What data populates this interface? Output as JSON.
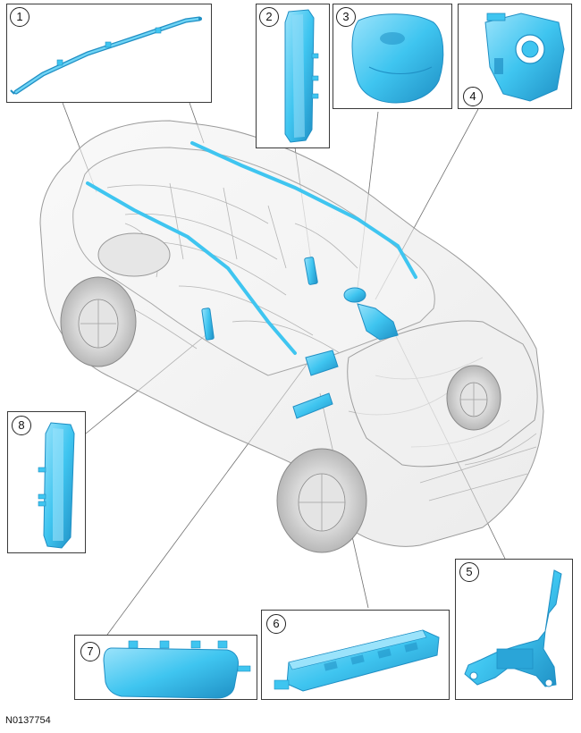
{
  "figure_code": "N0137754",
  "callouts": [
    {
      "number": "1",
      "icon": "side-curtain-airbag-icon"
    },
    {
      "number": "2",
      "icon": "side-airbag-module-icon"
    },
    {
      "number": "3",
      "icon": "steering-wheel-airbag-icon"
    },
    {
      "number": "4",
      "icon": "clockspring-icon"
    },
    {
      "number": "5",
      "icon": "restraint-control-module-icon"
    },
    {
      "number": "6",
      "icon": "knee-airbag-icon"
    },
    {
      "number": "7",
      "icon": "passenger-airbag-icon"
    },
    {
      "number": "8",
      "icon": "seat-side-airbag-icon"
    }
  ],
  "colors": {
    "component": "#3fc5f0",
    "component_dark": "#1f8fc4",
    "component_light": "#9be3fb",
    "vehicle_outline": "#9a9a9a",
    "vehicle_fill": "#ececec",
    "leader_line": "#6e6e6e",
    "box_border": "#3a3a3a"
  }
}
